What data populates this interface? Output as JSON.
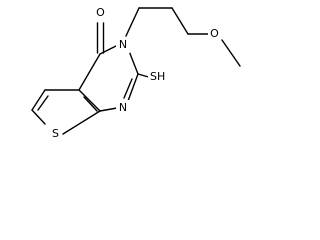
{
  "structure": {
    "atoms": {
      "carbonyl_oxygen": "O",
      "ring_nitrogen_top": "N",
      "ring_nitrogen_bottom": "N",
      "thiophene_sulfur": "S",
      "thiol_group": "SH",
      "ether_oxygen": "O"
    },
    "colors": {
      "bond": "#000000",
      "label": "#000000",
      "background": "#ffffff"
    }
  }
}
